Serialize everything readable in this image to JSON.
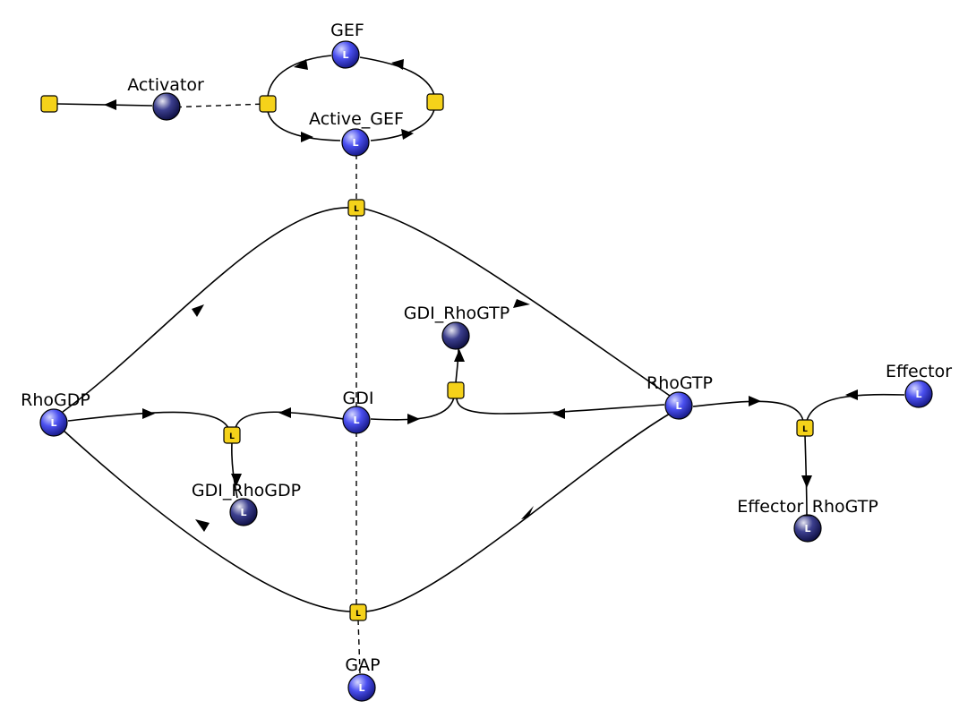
{
  "diagram": {
    "species": {
      "gef": {
        "label": "GEF",
        "badge": "L",
        "fill": "#3a3ee8"
      },
      "active_gef": {
        "label": "Active_GEF",
        "badge": "L",
        "fill": "#3a3ee8"
      },
      "activator": {
        "label": "Activator",
        "badge": "",
        "fill": "#2c2f7a"
      },
      "rho_gdp": {
        "label": "RhoGDP",
        "badge": "L",
        "fill": "#3a3ee8"
      },
      "gdi": {
        "label": "GDI",
        "badge": "L",
        "fill": "#3a3ee8"
      },
      "gdi_rho_gtp": {
        "label": "GDI_RhoGTP",
        "badge": "",
        "fill": "#2c2f7a"
      },
      "rho_gtp": {
        "label": "RhoGTP",
        "badge": "L",
        "fill": "#3a3ee8"
      },
      "effector": {
        "label": "Effector",
        "badge": "L",
        "fill": "#3a3ee8"
      },
      "gdi_rho_gdp": {
        "label": "GDI_RhoGDP",
        "badge": "L",
        "fill": "#2c2f7a"
      },
      "effector_rho_gtp": {
        "label": "Effector_RhoGTP",
        "badge": "L",
        "fill": "#2c2f7a"
      },
      "gap": {
        "label": "GAP",
        "badge": "L",
        "fill": "#3a3ee8"
      }
    },
    "reactions": {
      "degradation": {
        "badge": ""
      },
      "gef_activation": {
        "badge": ""
      },
      "gef_deactivation": {
        "badge": ""
      },
      "rho_activation": {
        "badge": "L"
      },
      "rho_inactivation": {
        "badge": "L"
      },
      "gdi_binding_gdp": {
        "badge": "L"
      },
      "gdi_binding_gtp": {
        "badge": ""
      },
      "effector_binding": {
        "badge": "L"
      }
    },
    "colors": {
      "reaction_fill": "#f5d21a",
      "edge": "#000000"
    }
  }
}
